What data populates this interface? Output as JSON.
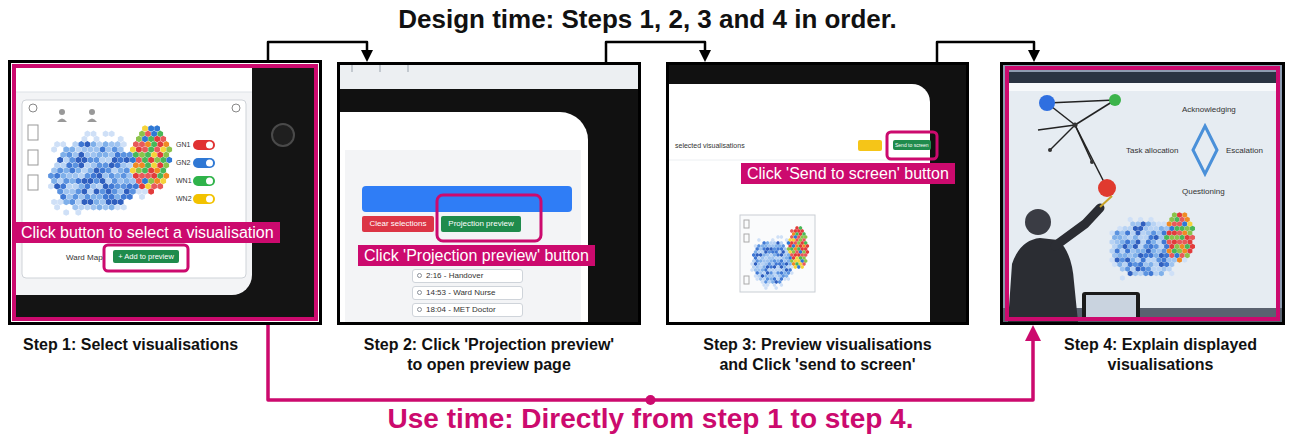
{
  "diagram": {
    "title": "Design time: Steps 1, 2, 3 and 4 in order.",
    "nodes": [
      {
        "text": [
          "Step 1: Select visualisations"
        ]
      },
      {
        "text": [
          "Click button to select a visualisation"
        ],
        "in": 0
      },
      {
        "text": [
          "+ Add to preview"
        ],
        "in": 0
      },
      {
        "text": [
          "Step 2: Click 'Projection preview' to open preview page"
        ]
      },
      {
        "text": [
          "Clear selections"
        ],
        "in": 3
      },
      {
        "text": [
          "Projection preview"
        ],
        "in": 3
      },
      {
        "text": [
          "Click 'Projection preview' button"
        ],
        "in": 3
      },
      {
        "text": [
          "2:16 - Handover"
        ],
        "in": 3
      },
      {
        "text": [
          "14:53 - Ward Nurse"
        ],
        "in": 3
      },
      {
        "text": [
          "18:04 - MET Doctor"
        ],
        "in": 3
      },
      {
        "text": [
          "Step 3: Preview visualisations and Click 'send to screen'"
        ]
      },
      {
        "text": [
          "Send to screen"
        ],
        "in": 10
      },
      {
        "text": [
          "Click 'Send to screen' button"
        ],
        "in": 10
      },
      {
        "text": [
          "Step 4: Explain displayed visualisations"
        ]
      }
    ],
    "edges": [
      {
        "from": 0,
        "to": 3,
        "arrow": "to"
      },
      {
        "from": 3,
        "to": 10,
        "arrow": "to"
      },
      {
        "from": 10,
        "to": 13,
        "arrow": "to"
      },
      {
        "from": 0,
        "to": 13,
        "label": "Use time: Directly from step 1 to step 4.",
        "arrow": "to"
      }
    ],
    "labels": [
      "GN1",
      "GN2",
      "WN1",
      "WN2",
      "Ward Map",
      "selected visualisations",
      "Acknowledging",
      "Task allocation",
      "Escalation",
      "Questioning"
    ]
  }
}
